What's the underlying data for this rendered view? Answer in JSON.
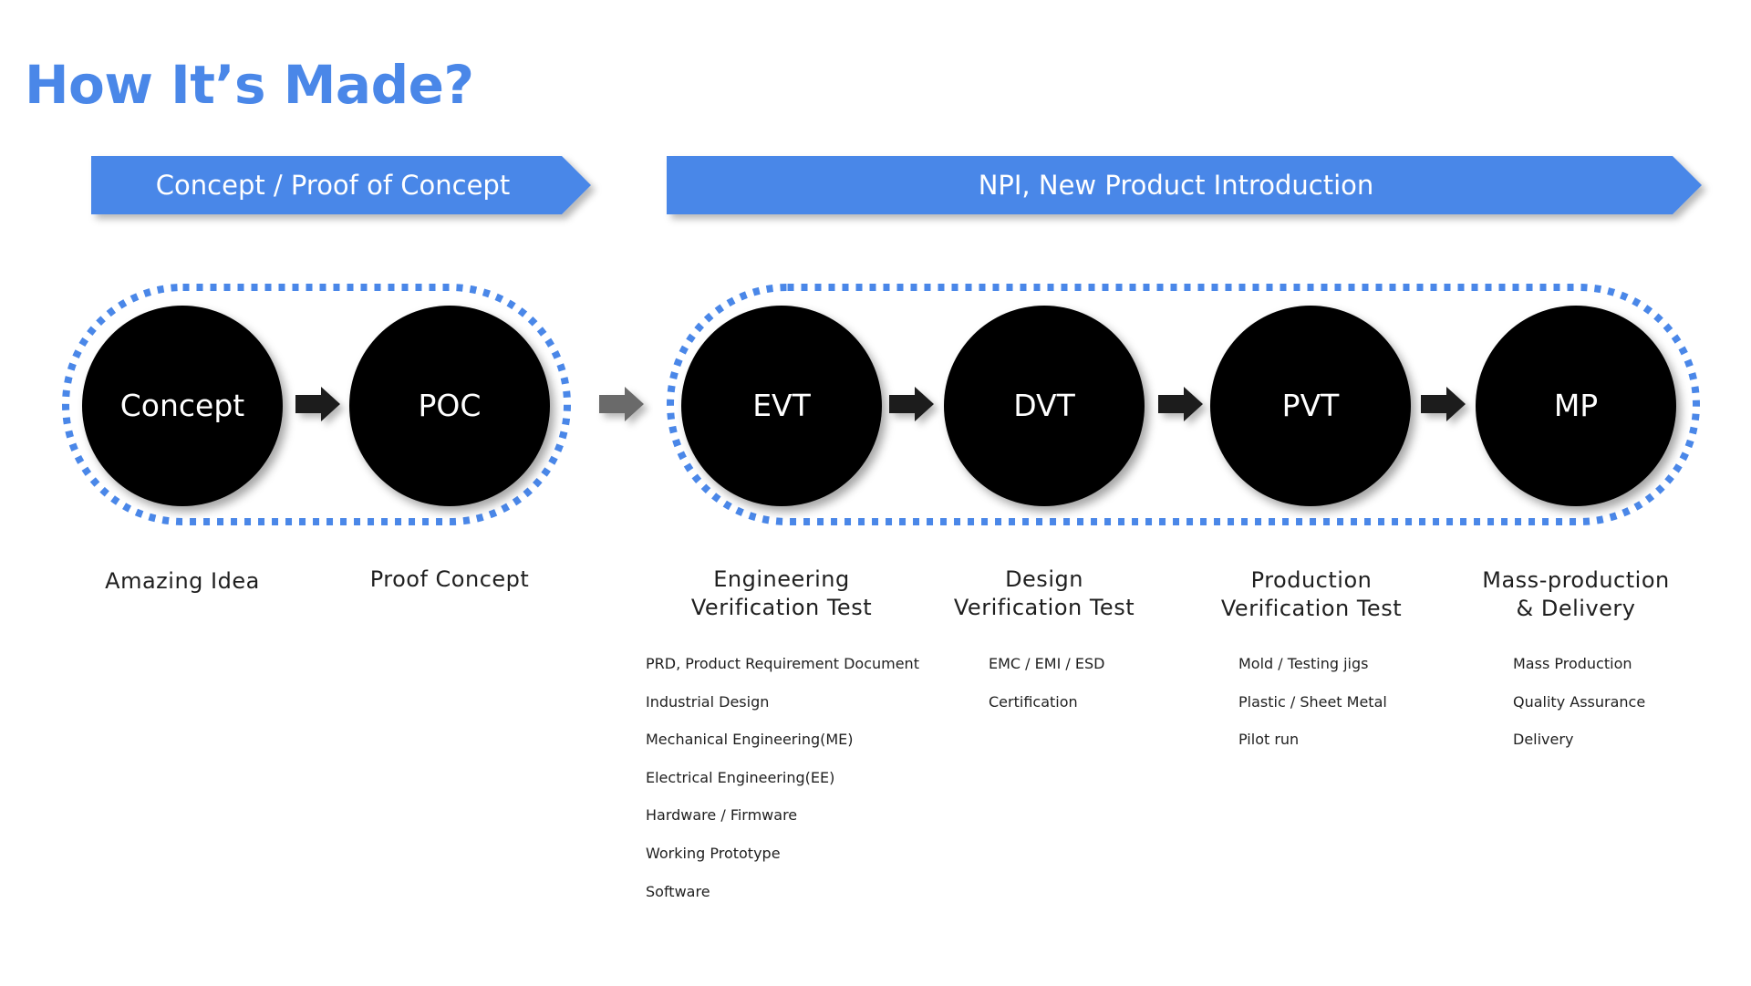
{
  "title": "How It’s Made?",
  "colors": {
    "accent": "#4a87e8",
    "circle": "#000000",
    "arrow": "#1a1a1a",
    "arrow_gray": "#6b6b6b",
    "text": "#1f1f1f"
  },
  "banners": {
    "concept": "Concept / Proof of Concept",
    "npi": "NPI, New Product Introduction"
  },
  "stages": {
    "concept": {
      "label": "Concept",
      "desc": [
        "Amazing Idea"
      ]
    },
    "poc": {
      "label": "POC",
      "desc": [
        "Proof Concept"
      ]
    },
    "evt": {
      "label": "EVT",
      "desc": [
        "Engineering",
        "Verification Test"
      ],
      "items": [
        "PRD, Product Requirement Document",
        "Industrial Design",
        "Mechanical Engineering(ME)",
        "Electrical Engineering(EE)",
        "Hardware / Firmware",
        "Working Prototype",
        "Software"
      ]
    },
    "dvt": {
      "label": "DVT",
      "desc": [
        "Design",
        "Verification Test"
      ],
      "items": [
        "EMC / EMI / ESD",
        "Certification"
      ]
    },
    "pvt": {
      "label": "PVT",
      "desc": [
        "Production",
        "Verification Test"
      ],
      "items": [
        "Mold  / Testing jigs",
        "Plastic / Sheet Metal",
        "Pilot run"
      ]
    },
    "mp": {
      "label": "MP",
      "desc": [
        "Mass-production",
        "& Delivery"
      ],
      "items": [
        "Mass Production",
        "Quality Assurance",
        "Delivery"
      ]
    }
  }
}
